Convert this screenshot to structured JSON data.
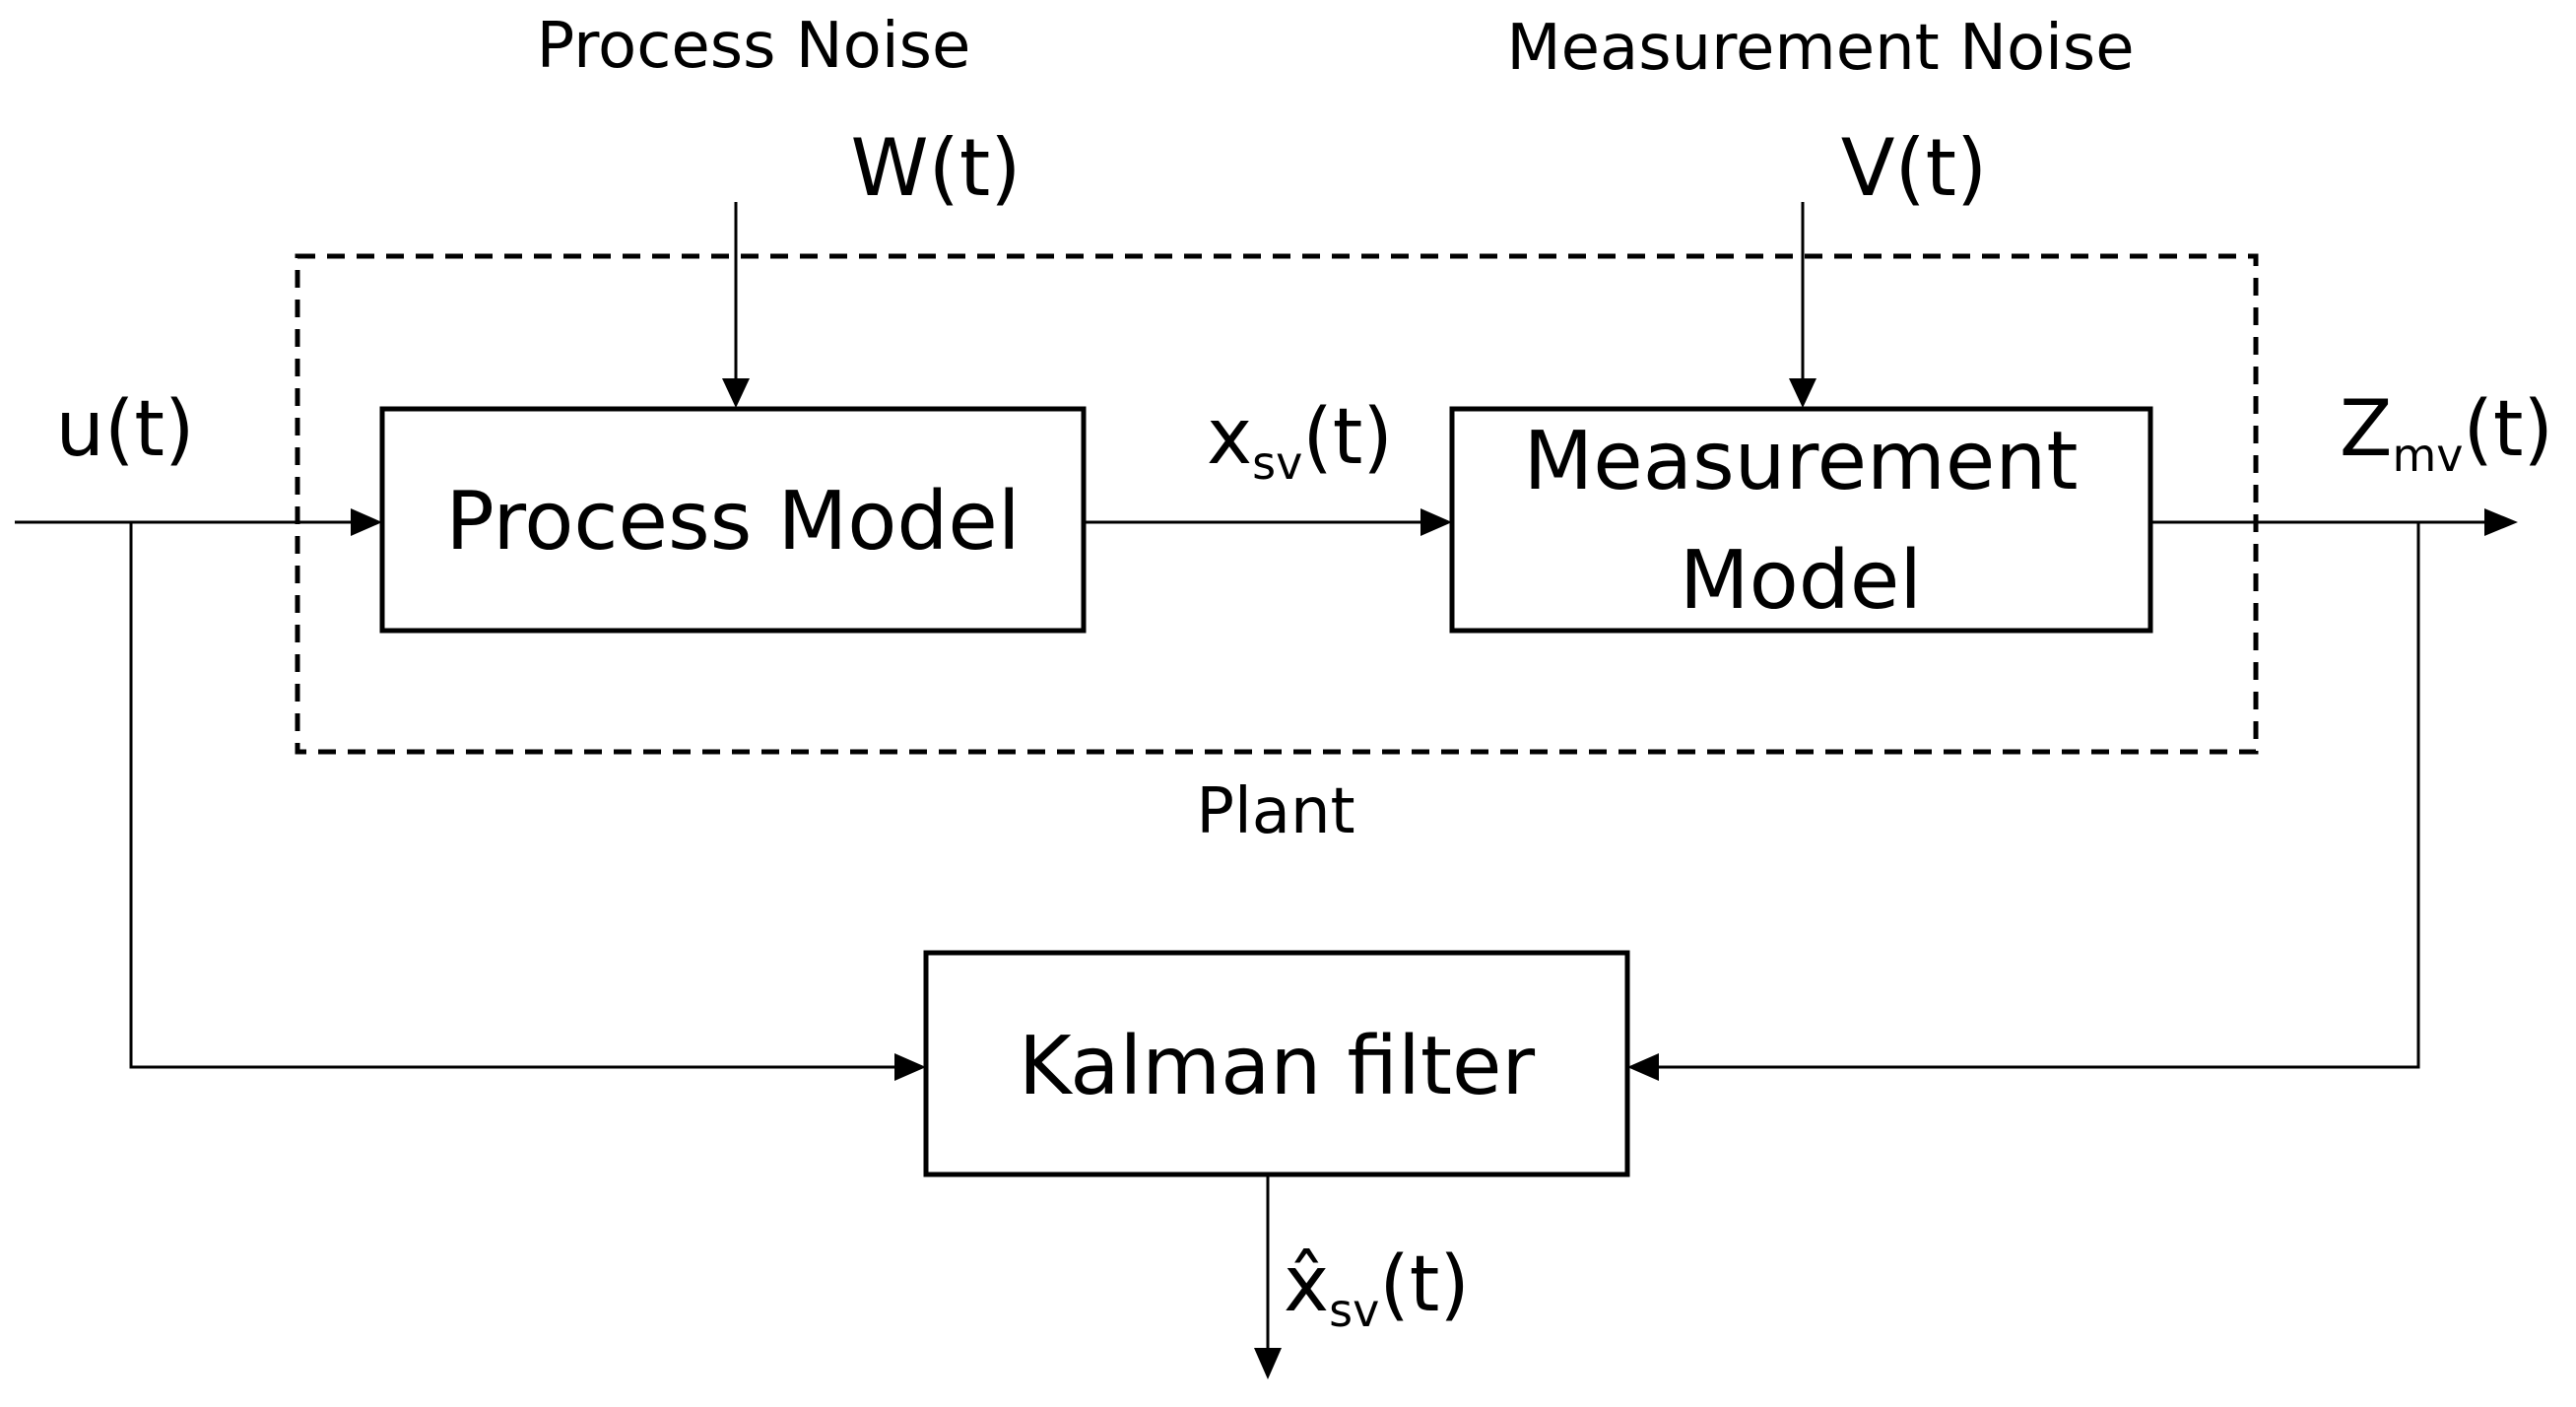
{
  "noise": {
    "process_title": "Process Noise",
    "process_symbol": "W(t)",
    "measurement_title": "Measurement Noise",
    "measurement_symbol": "V(t)"
  },
  "signals": {
    "input": "u(t)",
    "state_base": "x",
    "state_sub": "sv",
    "state_arg": "(t)",
    "output_base": "Z",
    "output_sub": "mv",
    "output_arg": "(t)",
    "estimate_base": "x̂",
    "estimate_sub": "sv",
    "estimate_arg": "(t)"
  },
  "blocks": {
    "process_model": "Process Model",
    "measurement_model_line1": "Measurement",
    "measurement_model_line2": "Model",
    "kalman_filter": "Kalman filter"
  },
  "plant_label": "Plant"
}
